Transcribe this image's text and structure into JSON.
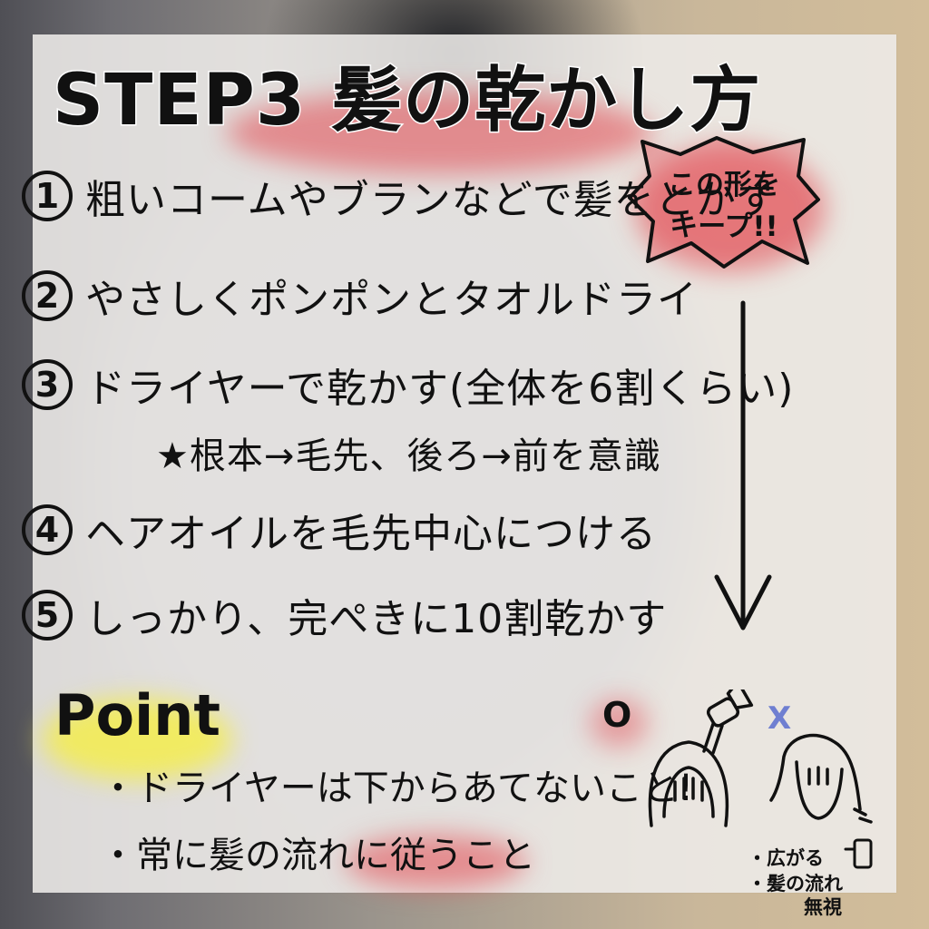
{
  "title": "STEP3 髪の乾かし方",
  "badge": {
    "line1": "この形を",
    "line2": "キープ!!"
  },
  "steps": [
    {
      "num": "1",
      "text": "粗いコームやブランなどで髪をとかす"
    },
    {
      "num": "2",
      "text": "やさしくポンポンとタオルドライ"
    },
    {
      "num": "3",
      "text": "ドライヤーで乾かす(全体を6割くらい)"
    },
    {
      "num": "4",
      "text": "ヘアオイルを毛先中心につける"
    },
    {
      "num": "5",
      "text": "しっかり、完ぺきに10割乾かす"
    }
  ],
  "step3_note": "★根本→毛先、後ろ→前を意識",
  "point": {
    "title": "Point",
    "bullets": [
      "・ドライヤーは下からあてないこと!",
      "・常に髪の流れに従うこと"
    ]
  },
  "illustration": {
    "good_mark": "O",
    "bad_mark": "X",
    "notes": [
      "・広がる",
      "・髪の流れ",
      "無視"
    ]
  },
  "colors": {
    "ink": "#111111",
    "accent_red": "#e2474f",
    "highlight_yellow": "#f7ef3a",
    "bad_blue": "#6f7fd1",
    "card": "#eeece9"
  },
  "icons": {
    "arrow": "down-arrow-icon",
    "badge": "speech-burst-icon",
    "dryer": "hair-dryer-icon",
    "good_head": "head-good-icon",
    "bad_head": "head-bad-icon",
    "bad_dryer": "hair-dryer-icon"
  }
}
